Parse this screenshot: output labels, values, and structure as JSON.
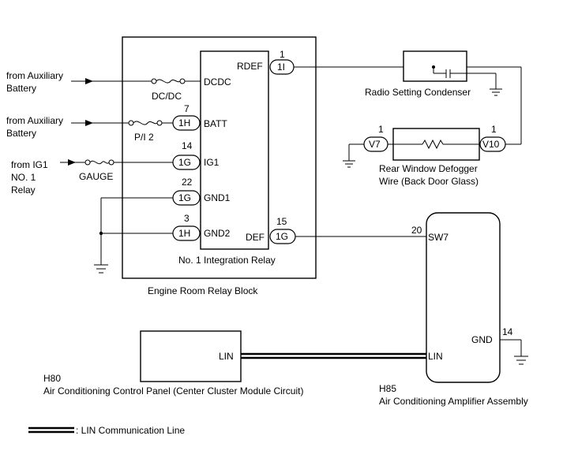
{
  "relay_block": {
    "name": "Engine Room Relay Block",
    "relay_name": "No. 1 Integration Relay",
    "terminals": {
      "rdef": "RDEF",
      "dcdc": "DCDC",
      "batt": "BATT",
      "ig1": "IG1",
      "gnd1": "GND1",
      "gnd2": "GND2",
      "def": "DEF"
    },
    "connectors": {
      "rdef": {
        "pin": "1",
        "id": "1I"
      },
      "batt": {
        "pin": "7",
        "id": "1H"
      },
      "ig1": {
        "pin": "14",
        "id": "1G"
      },
      "gnd1": {
        "pin": "22",
        "id": "1G"
      },
      "gnd2": {
        "pin": "3",
        "id": "1H"
      },
      "def": {
        "pin": "15",
        "id": "1G"
      }
    }
  },
  "fuses": {
    "dcdc": "DC/DC",
    "pi2": "P/I 2",
    "gauge": "GAUGE"
  },
  "sources": {
    "aux1_line1": "from Auxiliary",
    "aux1_line2": "Battery",
    "aux2_line1": "from Auxiliary",
    "aux2_line2": "Battery",
    "ig1_line1": "from IG1",
    "ig1_line2": "NO. 1",
    "ig1_line3": "Relay"
  },
  "condenser": {
    "name": "Radio Setting Condenser"
  },
  "defogger": {
    "name_line1": "Rear Window Defogger",
    "name_line2": "Wire (Back Door Glass)",
    "left": {
      "pin": "1",
      "id": "V7"
    },
    "right": {
      "pin": "1",
      "id": "V10"
    }
  },
  "amplifier": {
    "code": "H85",
    "name": "Air Conditioning Amplifier Assembly",
    "sw7": {
      "pin": "20",
      "label": "SW7"
    },
    "gnd": {
      "pin": "14",
      "label": "GND"
    },
    "lin": "LIN"
  },
  "panel": {
    "code": "H80",
    "name": "Air Conditioning Control Panel (Center Cluster Module Circuit)",
    "lin": "LIN"
  },
  "legend": {
    "label": ": LIN Communication Line"
  }
}
